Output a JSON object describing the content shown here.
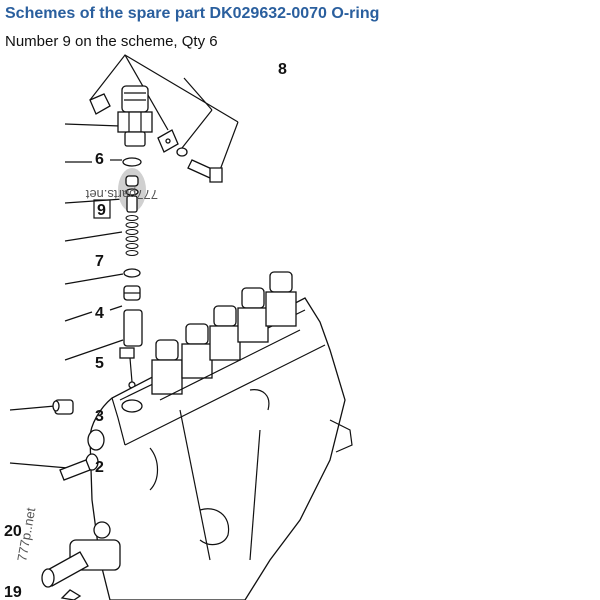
{
  "header": {
    "title": "Schemes of the spare part DK029632-0070 O-ring",
    "subtitle": "Number 9 on the scheme, Qty 6"
  },
  "diagram": {
    "callouts": {
      "c8": "8",
      "c6": "6",
      "c9": "9",
      "c7": "7",
      "c4": "4",
      "c5": "5",
      "c3": "3",
      "c2": "2",
      "c20": "20",
      "c19": "19"
    },
    "watermarks": {
      "w1": "777parts.net",
      "w2": "777p..net"
    }
  },
  "colors": {
    "title": "#2a5f9e",
    "text": "#111111"
  }
}
